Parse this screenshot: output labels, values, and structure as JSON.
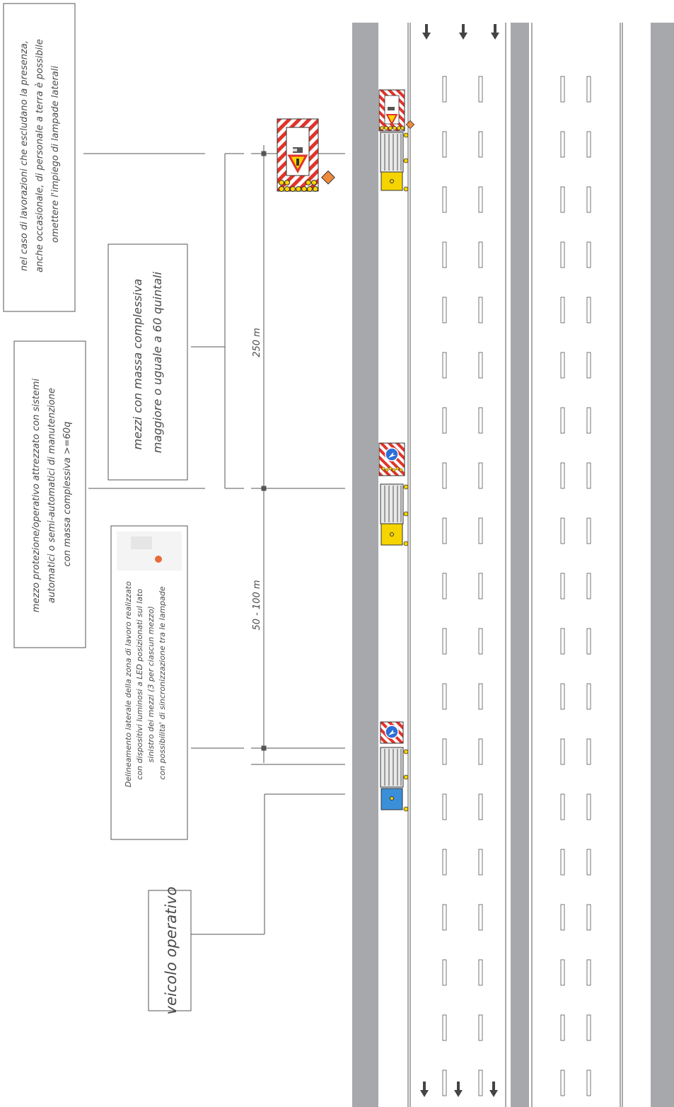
{
  "notes": {
    "lamps_note": [
      "nel caso di lavorazioni che escludano la presenza,",
      "anche occasionale, di personale a terra è possibile",
      "omettere l'impiego di lampade laterali"
    ],
    "heavy_vehicles": [
      "mezzi con massa complessiva",
      "maggiore o uguale a 60 quintali"
    ],
    "protection_vehicle": [
      "mezzo protezione/operativo attrezzato con sistemi",
      "automatici o semi-automatici di manutenzione",
      "con massa complessiva >=60q"
    ],
    "delineation": [
      "Delineamento laterale della zona di lavoro realizzato",
      "con dispositivi luminosi a LED posizionati sul lato",
      "sinistro dei mezzi (3 per ciascun mezzo)",
      "con possibilita' di sincronizzazione tra le lampade"
    ],
    "operative_vehicle": "veicolo operativo"
  },
  "dimensions": {
    "long": "250 m",
    "short": "50 - 100 m"
  },
  "colors": {
    "road_gray": "#a6a8ab",
    "line": "#555555",
    "sign_red": "#e0342b",
    "lamp_yellow": "#ffd400",
    "truck_yellow": "#f5d400",
    "truck_blue": "#3b8fd8",
    "flag_orange": "#f08a3c",
    "arrow_blue": "#2a6fd8"
  },
  "icons": {
    "direction": "arrow-down-icon",
    "warning": "warning-triangle-icon",
    "keep_left": "keep-left-arrow-icon"
  }
}
